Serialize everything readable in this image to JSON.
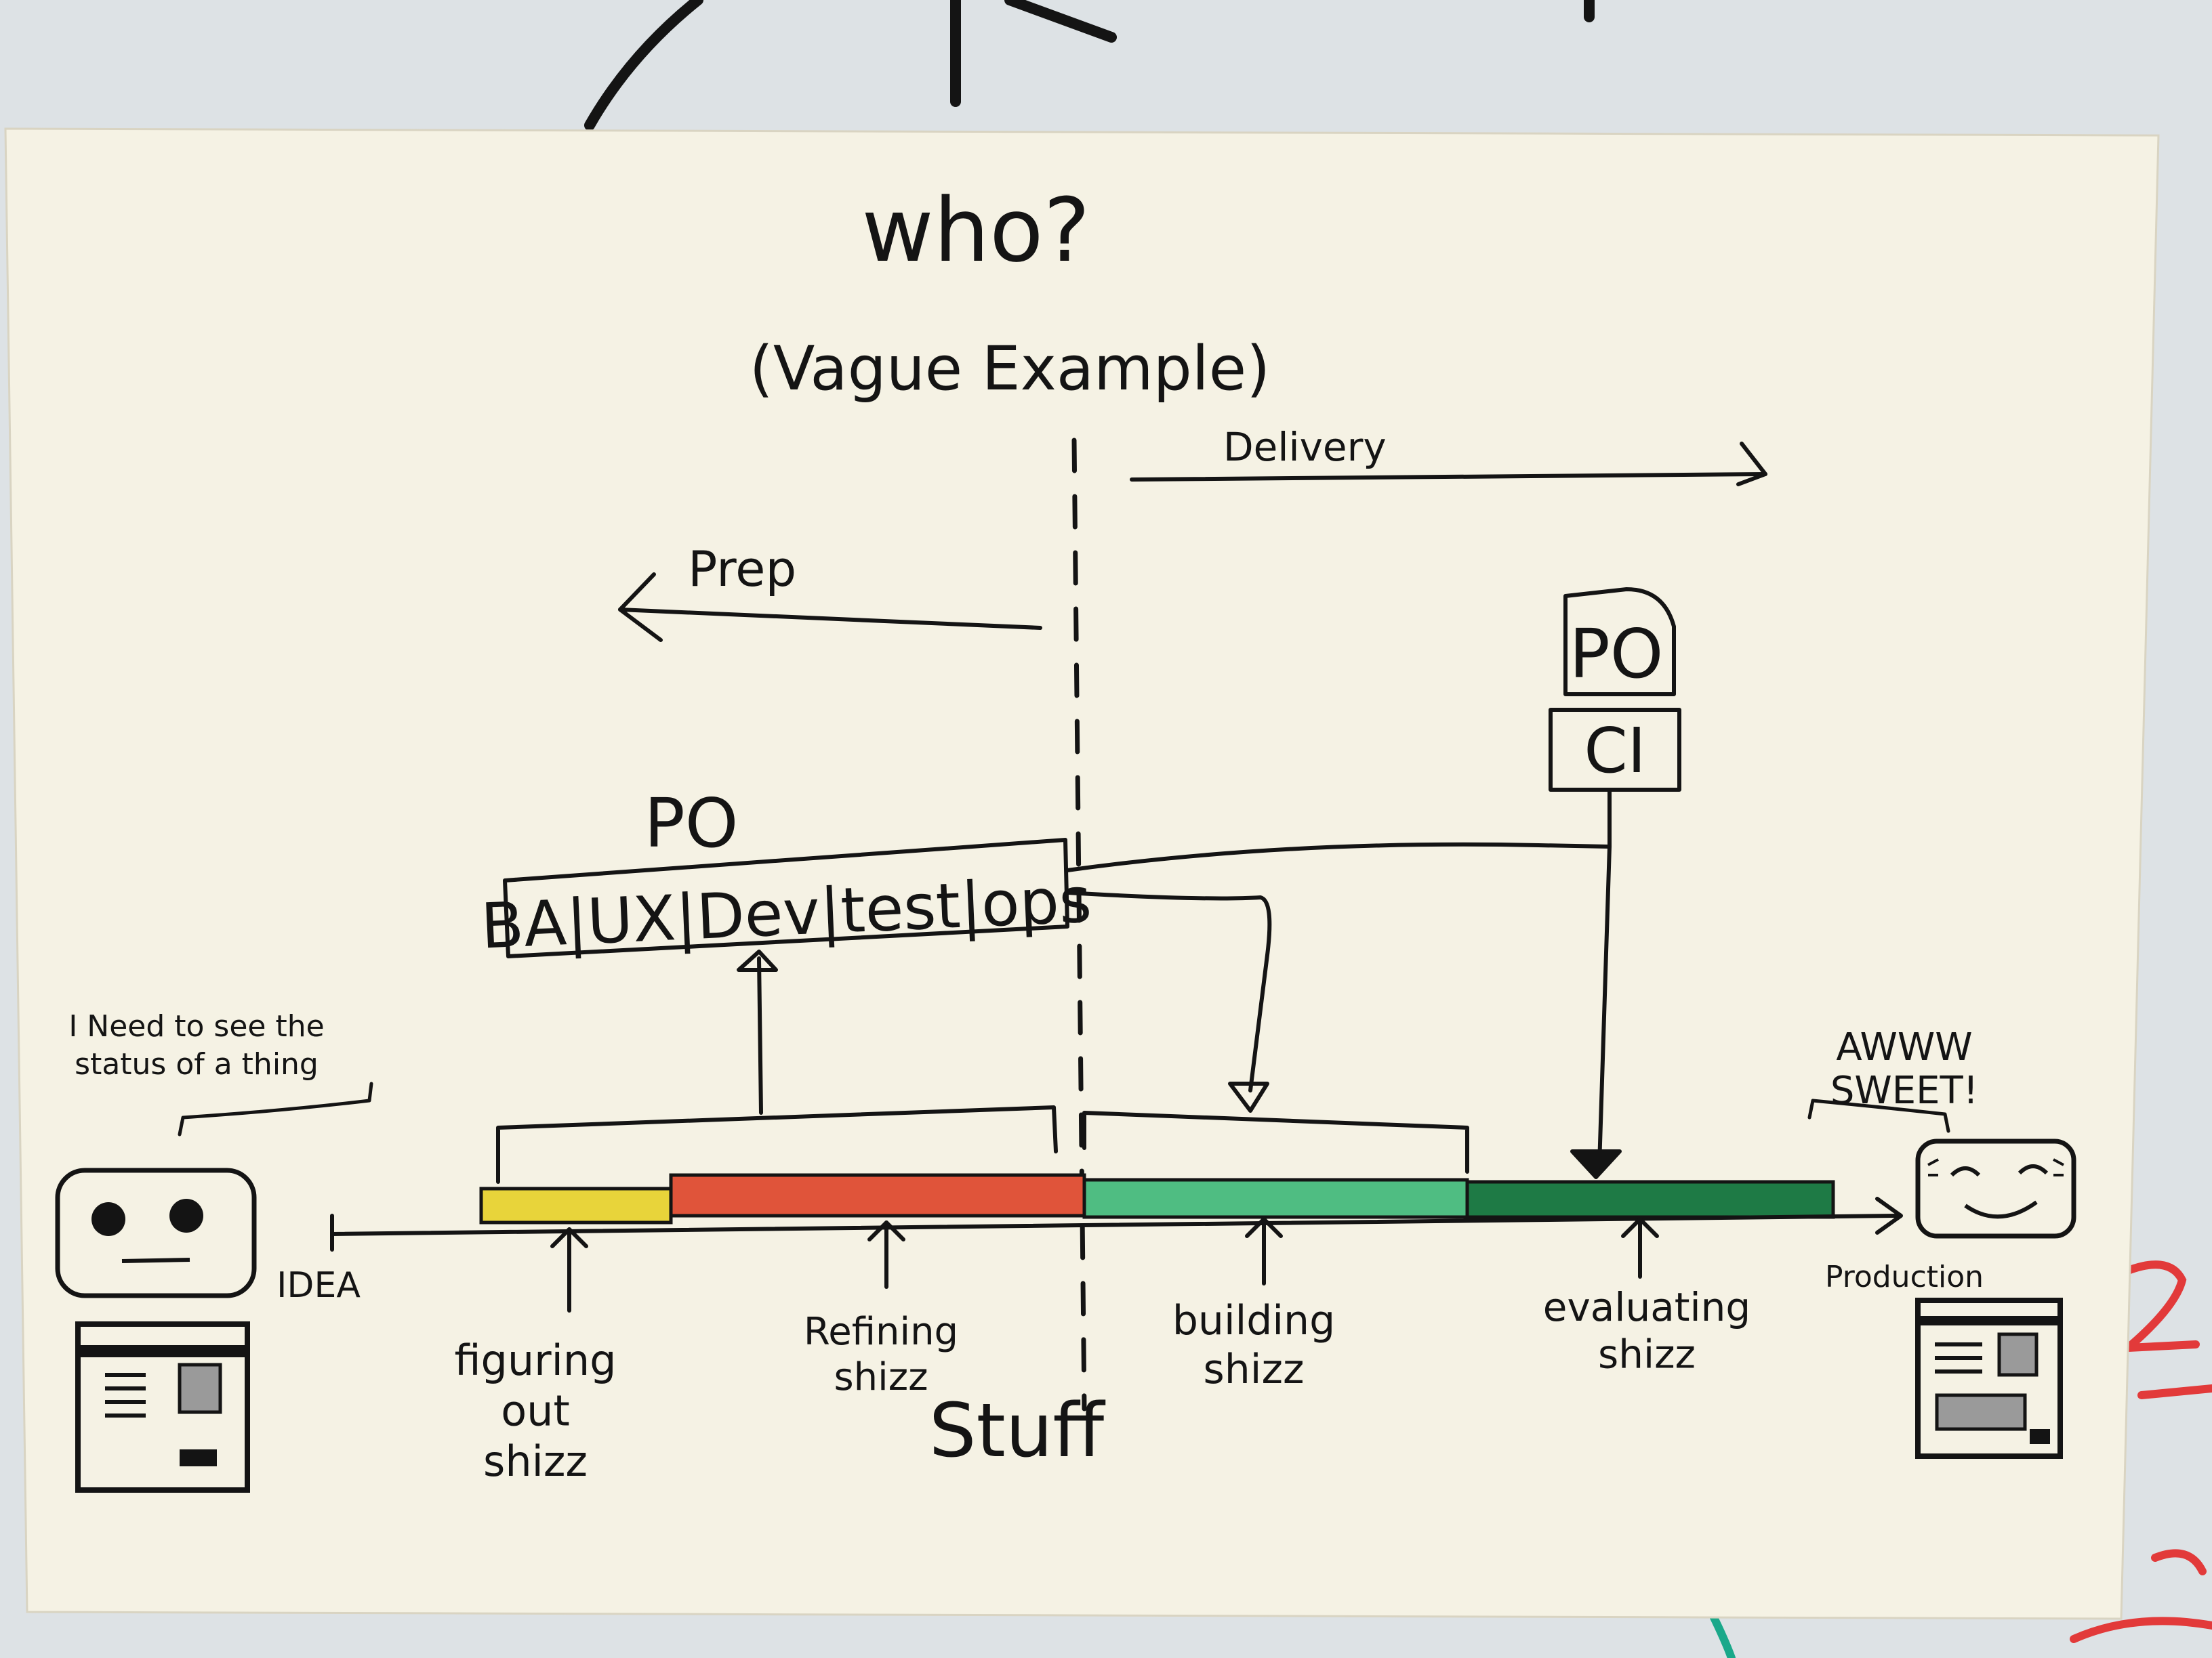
{
  "diagram": {
    "title": "who?",
    "subtitle": "(Vague Example)",
    "phases": {
      "delivery_label": "Delivery",
      "prep_label": "Prep"
    },
    "roles": {
      "po_top": "PO",
      "ci": "CI",
      "po_left": "PO",
      "team": "BA|UX|Dev|test|ops"
    },
    "timeline": {
      "start_label": "IDEA",
      "end_label": "Production",
      "middle_label": "Stuff",
      "segments": [
        {
          "label": "figuring out shizz",
          "color": "#e8d43a"
        },
        {
          "label": "Refining shizz",
          "color": "#e0543a"
        },
        {
          "label": "building shizz",
          "color": "#4fbd82"
        },
        {
          "label": "evaluating shizz",
          "color": "#1e7a45"
        }
      ]
    },
    "left_actor": {
      "speech": "I Need to see the status of a thing"
    },
    "right_actor": {
      "speech": "AWWW SWEET!"
    },
    "colors": {
      "paper": "#f5f2e4",
      "ink": "#141414",
      "whiteboard": "#dfe3e6",
      "whiteboard_marker_red": "#e23a3a",
      "whiteboard_marker_teal": "#1aa88a"
    }
  }
}
